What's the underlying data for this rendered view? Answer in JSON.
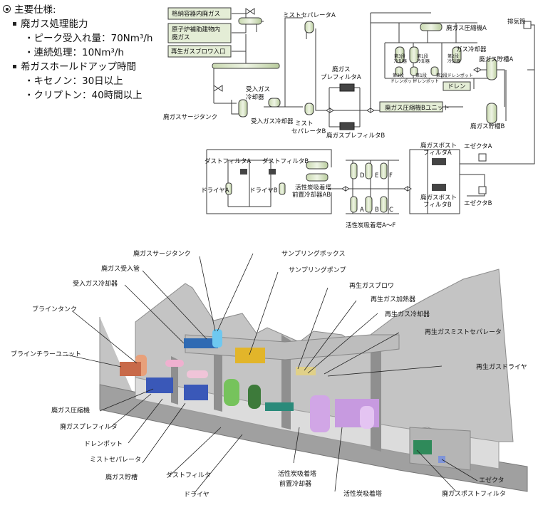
{
  "specs": {
    "heading": "主要仕様:",
    "items": [
      {
        "label": "廃ガス処理能力",
        "subs": [
          "・ピーク受入れ量：70Nm³/h",
          "・連続処理：10Nm³/h"
        ]
      },
      {
        "label": "希ガスホールドアップ時間",
        "subs": [
          "・キセノン：30日以上",
          "・クリプトン：40時間以上"
        ]
      }
    ]
  },
  "flow": {
    "source1": "格納容器内廃ガス",
    "source2_l1": "原子炉補助建物内",
    "source2_l2": "廃ガス",
    "source3": "再生ガスブロワ入口",
    "surge_tank": "廃ガスサージタンク",
    "inlet_cooler_l1": "受入ガス",
    "inlet_cooler_l2": "冷却器",
    "inlet_cooler2": "受入ガス冷却器",
    "mist_sep_a": "ミストセパレータA",
    "mist_sep_b_l1": "ミスト",
    "mist_sep_b_l2": "セパレータB",
    "prefilter_a_l1": "廃ガス",
    "prefilter_a_l2": "プレフィルタA",
    "prefilter_b": "廃ガスプレフィルタB",
    "compressor_a": "廃ガス圧縮機A",
    "compressor_b": "廃ガス圧縮機Bユニット",
    "gas_cooler": "ガス冷却器",
    "drain": "ドレン",
    "stage3_cooler": "第3段",
    "stage1_cooler": "第1段",
    "stage2_cooler": "第2段",
    "cooler_word": "冷却器",
    "drain_pot": "ドレンポット",
    "stage3_dp": "第3段",
    "stage1_dp": "第1段",
    "stage2_dp": "第2段ドレンポット",
    "storage_a": "廃ガス貯槽A",
    "storage_b": "廃ガス貯槽B",
    "stack": "排気筒",
    "dust_a": "ダストフィルタA",
    "dust_b": "ダストフィルタB",
    "dryer_a": "ドライヤA",
    "dryer_b": "ドライヤB",
    "precooler_l1": "活性炭吸着塔",
    "precooler_l2": "前置冷却器AB",
    "charcoal": "活性炭吸着塔A～F",
    "post_a_l1": "廃ガスポスト",
    "post_a_l2": "フィルタA",
    "post_b_l1": "廃ガスポスト",
    "post_b_l2": "フィルタB",
    "ejector_a": "エゼクタA",
    "ejector_b": "エゼクタB",
    "tower_letters": [
      "D",
      "E",
      "F",
      "A",
      "B",
      "C"
    ]
  },
  "cutaway": {
    "left_labels": [
      "廃ガスサージタンク",
      "廃ガス受入管",
      "受入ガス冷却器",
      "ブラインタンク",
      "ブラインチラーユニット",
      "廃ガス圧縮機",
      "廃ガスプレフィルタ",
      "ドレンポット",
      "ミストセパレータ",
      "廃ガス貯槽"
    ],
    "right_labels": [
      "サンプリングボックス",
      "サンプリングポンプ",
      "再生ガスブロワ",
      "再生ガス加熱器",
      "再生ガス冷却器",
      "再生ガスミストセパレータ",
      "再生ガスドライヤ",
      "エゼクタ",
      "廃ガスポストフィルタ"
    ],
    "bottom_labels": [
      "ダストフィルタ",
      "ドライヤ",
      "活性炭吸着塔",
      "前置冷却器",
      "活性炭吸着塔"
    ]
  },
  "colors": {
    "box": "#e4edd6",
    "line": "#3a3a3a",
    "wall": "#a9a9a9",
    "floor": "#d8d8d8",
    "dark": "#6e6e6e"
  }
}
